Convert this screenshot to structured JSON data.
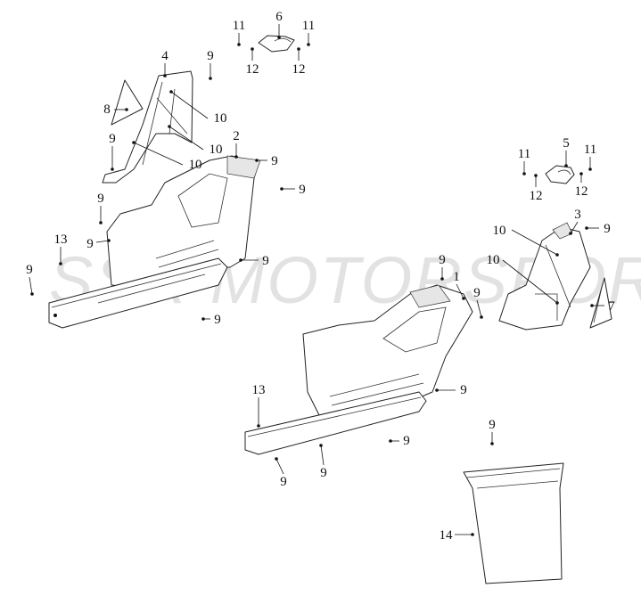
{
  "watermark": "SSR MOTORSPORTS",
  "callouts": [
    "11",
    "6",
    "11",
    "12",
    "12",
    "4",
    "9",
    "8",
    "10",
    "9",
    "10",
    "2",
    "10",
    "9",
    "9",
    "9",
    "13",
    "9",
    "9",
    "9",
    "9",
    "11",
    "5",
    "11",
    "12",
    "12",
    "3",
    "9",
    "10",
    "10",
    "9",
    "1",
    "9",
    "7",
    "13",
    "9",
    "9",
    "9",
    "9",
    "9",
    "14"
  ]
}
